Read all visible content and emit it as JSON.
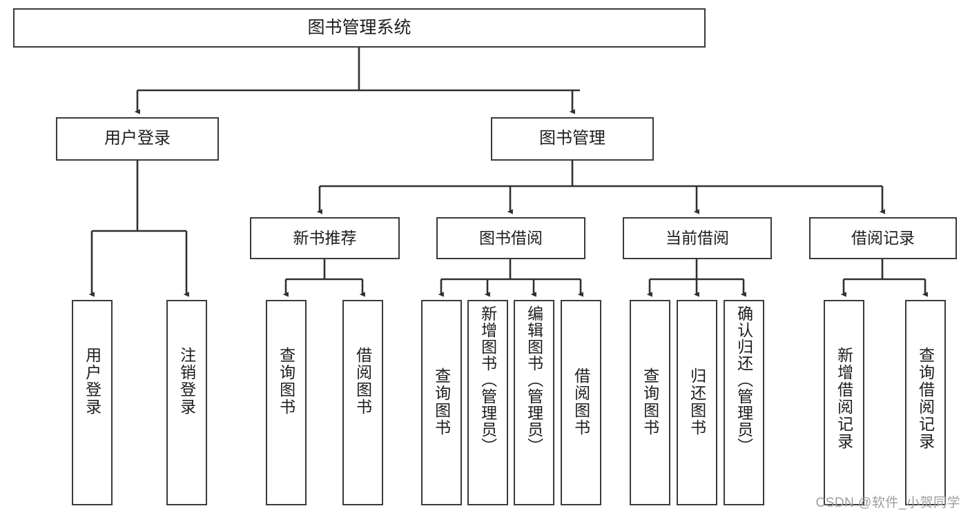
{
  "diagram": {
    "title": "图书管理系统",
    "type": "tree",
    "root": {
      "label": "图书管理系统"
    },
    "level2": [
      {
        "label": "用户登录"
      },
      {
        "label": "图书管理"
      }
    ],
    "level3": [
      {
        "label": "新书推荐"
      },
      {
        "label": "图书借阅"
      },
      {
        "label": "当前借阅"
      },
      {
        "label": "借阅记录"
      }
    ],
    "leaves": {
      "user_login": [
        {
          "label": "用户登录"
        },
        {
          "label": "注销登录"
        }
      ],
      "new_book_recommend": [
        {
          "label": "查询图书"
        },
        {
          "label": "借阅图书"
        }
      ],
      "book_borrow": [
        {
          "label": "查询图书"
        },
        {
          "label": "新增图书（管理员）"
        },
        {
          "label": "编辑图书（管理员）"
        },
        {
          "label": "借阅图书"
        }
      ],
      "current_borrow": [
        {
          "label": "查询图书"
        },
        {
          "label": "归还图书"
        },
        {
          "label": "确认归还（管理员）"
        }
      ],
      "borrow_record": [
        {
          "label": "新增借阅记录"
        },
        {
          "label": "查询借阅记录"
        }
      ]
    }
  },
  "watermark": {
    "text": "CSDN @软件_小贺同学"
  },
  "colors": {
    "border": "#3a3a3a",
    "background": "#ffffff",
    "text": "#1d1d1d",
    "watermark": "#9d9d9d"
  }
}
